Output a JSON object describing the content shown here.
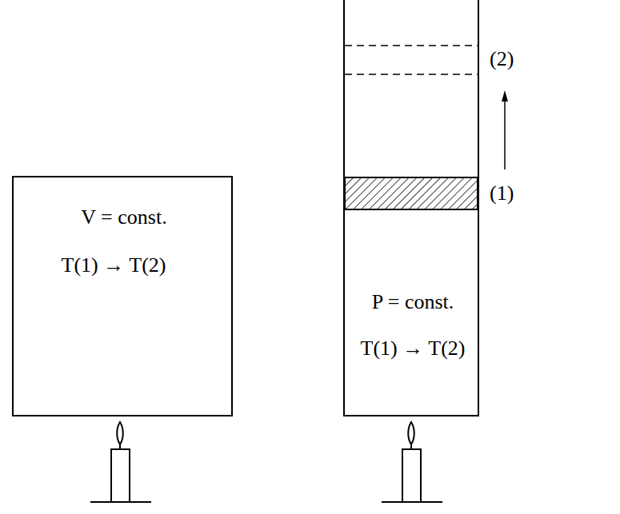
{
  "diagram": {
    "nodes": [
      {
        "text": [
          "V = const.",
          "T(1) → T(2)"
        ]
      },
      {
        "text": [
          "P = const.",
          "T(1) → T(2)"
        ]
      }
    ],
    "labels": [
      "(2)",
      "(1)"
    ]
  }
}
